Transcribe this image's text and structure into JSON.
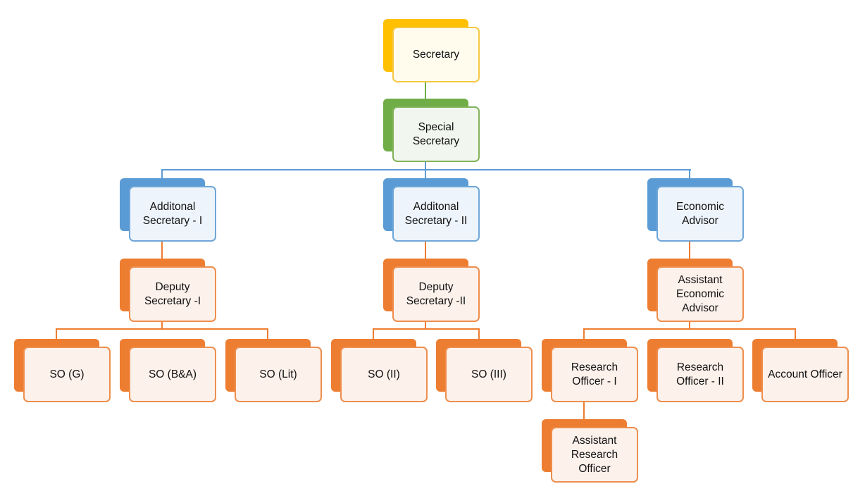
{
  "colors": {
    "gold": {
      "back": "#FFC000",
      "border": "#F5C842",
      "fill": "#FFFCEE"
    },
    "green": {
      "back": "#70AD47",
      "border": "#82B35A",
      "fill": "#F1F6EE"
    },
    "blue": {
      "back": "#5B9BD5",
      "border": "#6FA6D8",
      "fill": "#EEF4FB"
    },
    "orange": {
      "back": "#ED7D31",
      "border": "#EE8E4D",
      "fill": "#FCF1EB"
    }
  },
  "nodes": [
    {
      "id": "secretary",
      "label": "Secretary",
      "color": "gold"
    },
    {
      "id": "special-secretary",
      "label": "Special Secretary",
      "color": "green"
    },
    {
      "id": "additional-secretary-1",
      "label": "Additonal Secretary - I",
      "color": "blue"
    },
    {
      "id": "additional-secretary-2",
      "label": "Additonal Secretary - II",
      "color": "blue"
    },
    {
      "id": "economic-advisor",
      "label": "Economic Advisor",
      "color": "blue"
    },
    {
      "id": "deputy-secretary-1",
      "label": "Deputy Secretary -I",
      "color": "orange"
    },
    {
      "id": "deputy-secretary-2",
      "label": "Deputy Secretary -II",
      "color": "orange"
    },
    {
      "id": "assistant-economic-advisor",
      "label": "Assistant Economic Advisor",
      "color": "orange"
    },
    {
      "id": "so-g",
      "label": "SO (G)",
      "color": "orange"
    },
    {
      "id": "so-ba",
      "label": "SO (B&A)",
      "color": "orange"
    },
    {
      "id": "so-lit",
      "label": "SO (Lit)",
      "color": "orange"
    },
    {
      "id": "so-ii",
      "label": "SO (II)",
      "color": "orange"
    },
    {
      "id": "so-iii",
      "label": "SO (III)",
      "color": "orange"
    },
    {
      "id": "research-officer-1",
      "label": "Research Officer - I",
      "color": "orange"
    },
    {
      "id": "research-officer-2",
      "label": "Research Officer - II",
      "color": "orange"
    },
    {
      "id": "account-officer",
      "label": "Account Officer",
      "color": "orange"
    },
    {
      "id": "assistant-research-officer",
      "label": "Assistant Research Officer",
      "color": "orange"
    }
  ]
}
